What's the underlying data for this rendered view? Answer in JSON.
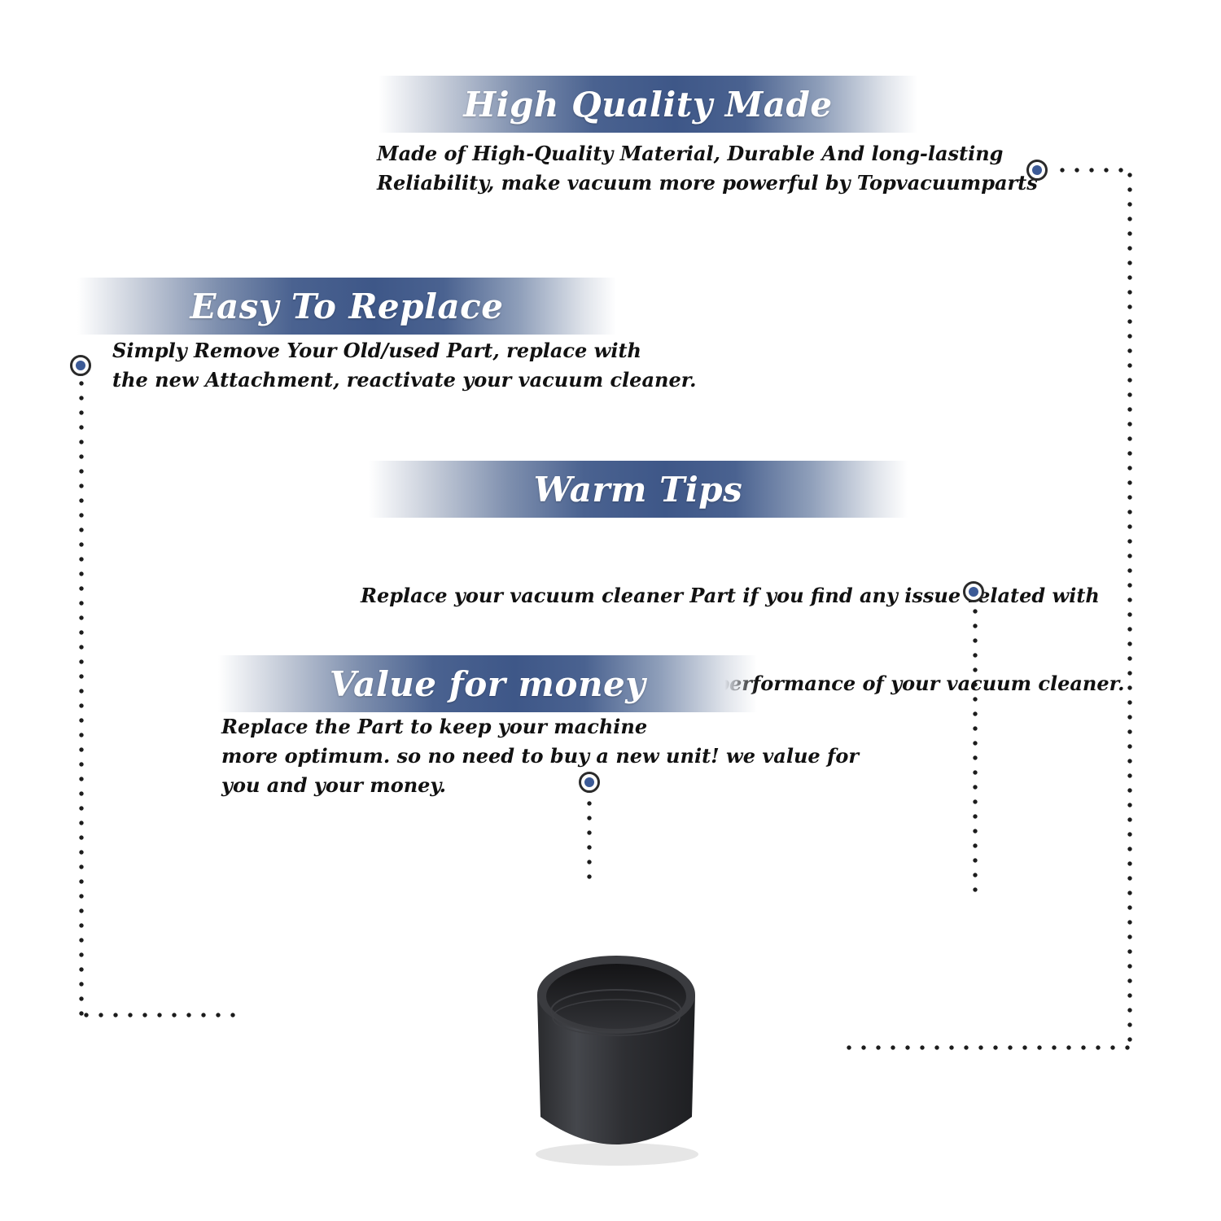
{
  "sections": [
    {
      "title": "High Quality Made",
      "lines": [
        "Made of  High-Quality Material, Durable And long-lasting",
        "Reliability, make vacuum more powerful by Topvacuumparts"
      ]
    },
    {
      "title": "Easy To Replace",
      "lines": [
        "Simply Remove Your Old/used Part, replace with",
        "the new Attachment, reactivate your vacuum cleaner."
      ]
    },
    {
      "title": "Warm Tips",
      "lines": [
        "Replace your vacuum cleaner Part if you find any issue related with",
        " attachment to ensure optimum performance of your vacuum cleaner."
      ]
    },
    {
      "title": "Value for money",
      "lines": [
        "Replace the Part to keep your machine",
        "more optimum. so no need to buy a new unit! we value for",
        "you and your money."
      ]
    }
  ],
  "colors": {
    "banner_accent": "#3e5788",
    "marker_fill": "#3c5a96",
    "text": "#111111",
    "dots": "#1c1c1c",
    "product": "#2f3033"
  },
  "icons": {
    "marker": "target-dot-icon",
    "product": "vacuum-adapter-sleeve"
  }
}
